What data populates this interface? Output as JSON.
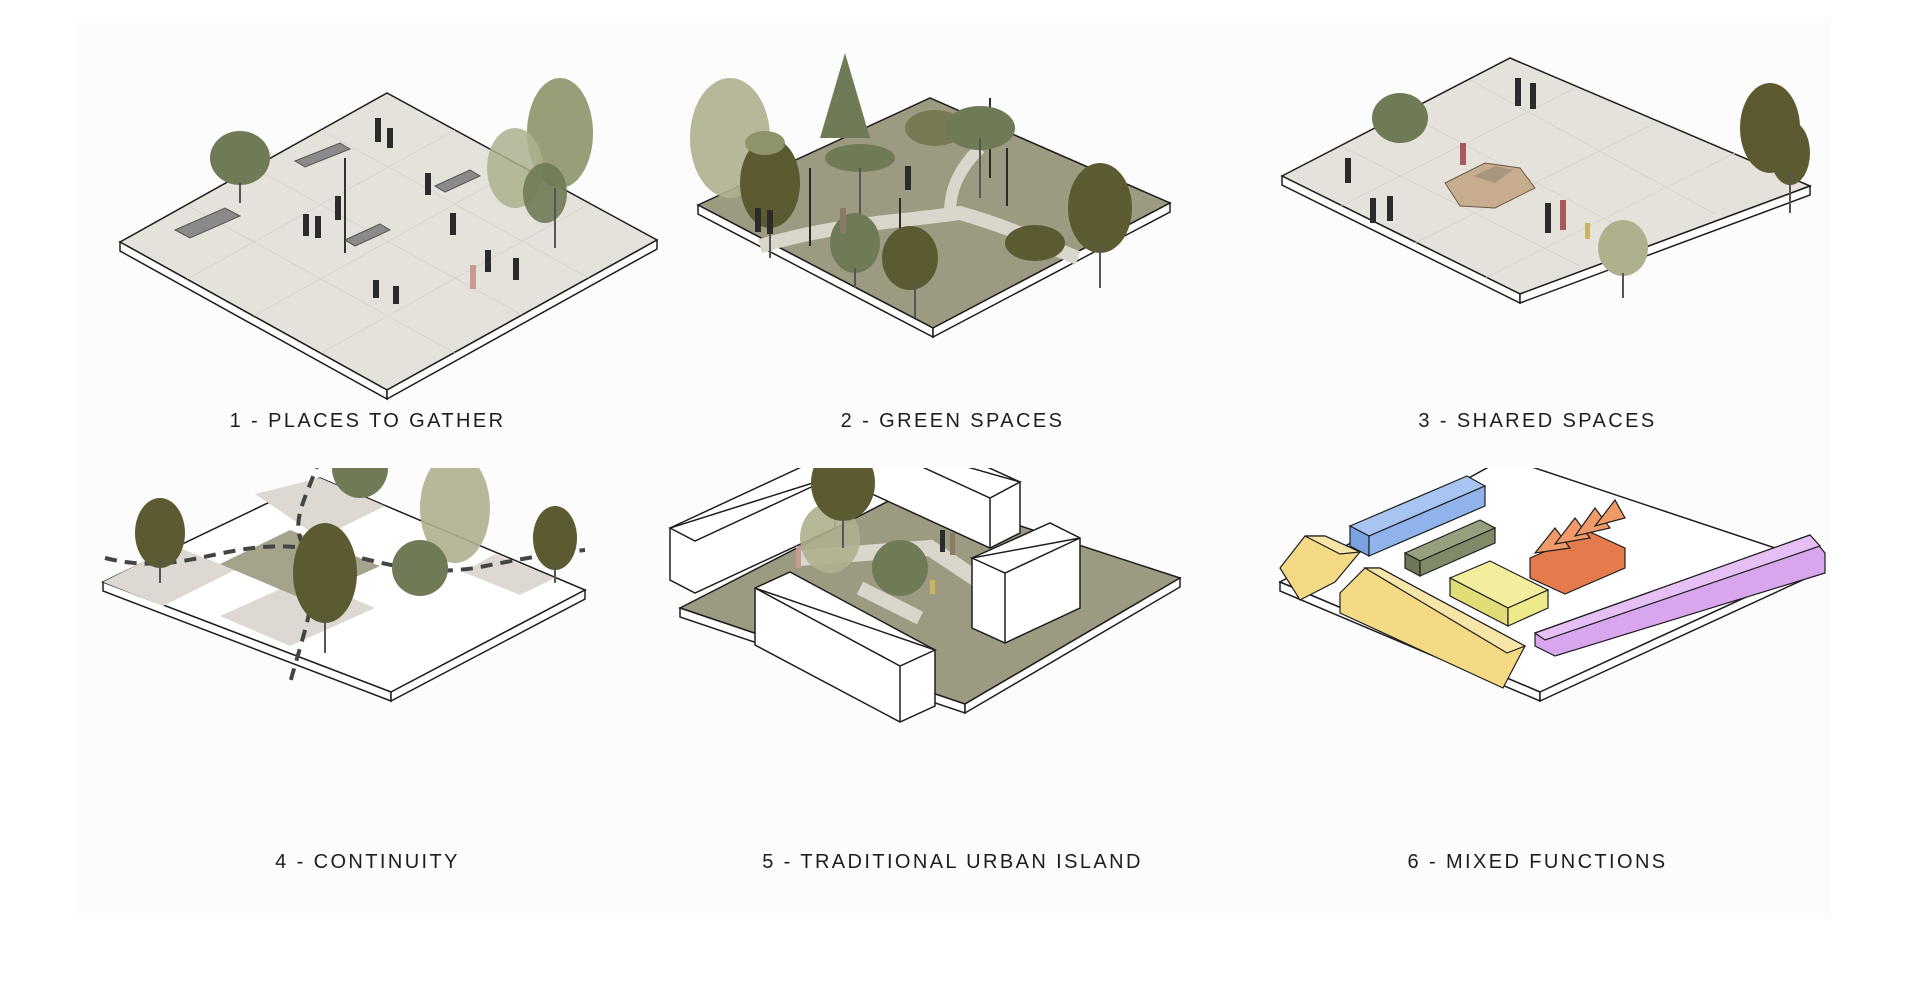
{
  "palette": {
    "paving": "#e5e2dc",
    "grass": "#9c9a81",
    "tree_dark": "#5c5a31",
    "tree_mid": "#6f7b57",
    "tree_light": "#aeb08e",
    "building_white": "#ffffff",
    "block_blue": "#8fb3ea",
    "block_green": "#7e8a68",
    "block_yellow": "#f4da85",
    "block_lime": "#eeea8a",
    "block_orange": "#e57b4c",
    "block_violet": "#d9a6ee",
    "car": "#c7ad8e",
    "outline": "#1e1e1e"
  },
  "panels": [
    {
      "id": 1,
      "caption": "1 - PLACES TO GATHER"
    },
    {
      "id": 2,
      "caption": "2 - GREEN SPACES"
    },
    {
      "id": 3,
      "caption": "3 - SHARED SPACES"
    },
    {
      "id": 4,
      "caption": "4 - CONTINUITY"
    },
    {
      "id": 5,
      "caption": "5 - TRADITIONAL URBAN ISLAND"
    },
    {
      "id": 6,
      "caption": "6 - MIXED FUNCTIONS"
    }
  ]
}
